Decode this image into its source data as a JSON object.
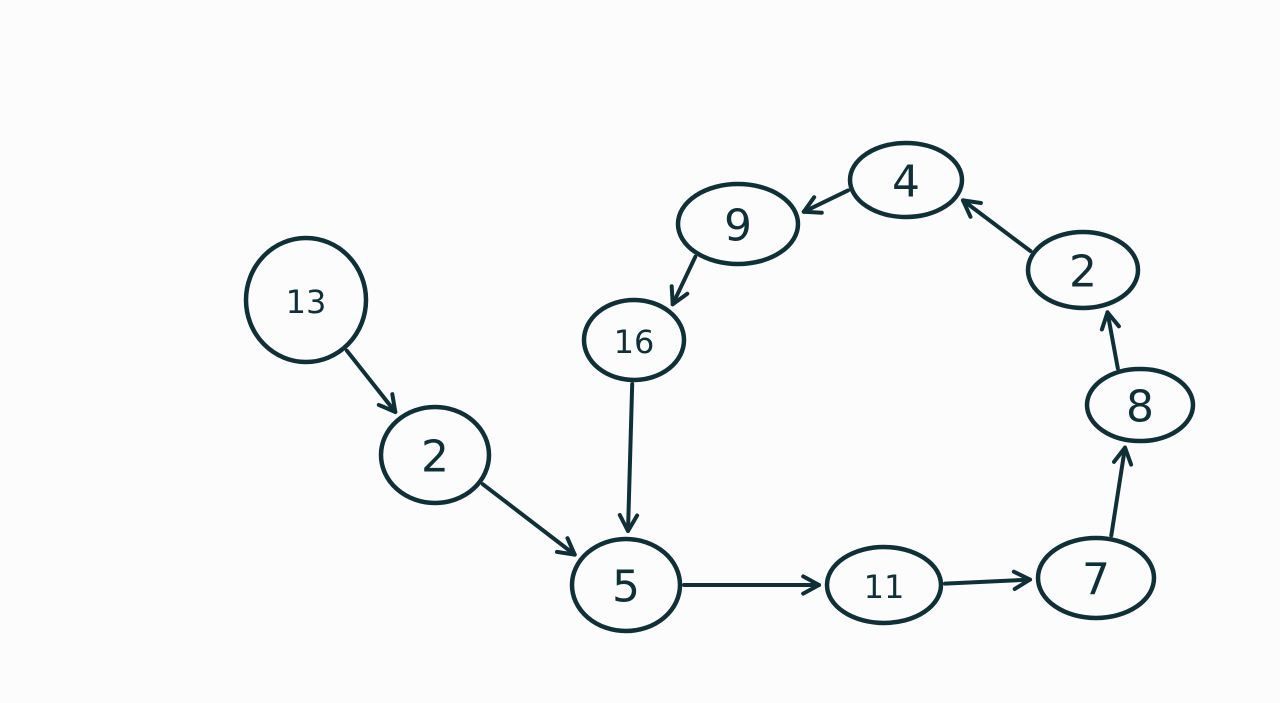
{
  "style": {
    "background": "#fcfcfc",
    "ink": "#103038"
  },
  "diagram": {
    "nodes": [
      {
        "id": "n13",
        "label": "13"
      },
      {
        "id": "n2a",
        "label": "2"
      },
      {
        "id": "n5",
        "label": "5"
      },
      {
        "id": "n11",
        "label": "11"
      },
      {
        "id": "n7",
        "label": "7"
      },
      {
        "id": "n8",
        "label": "8"
      },
      {
        "id": "n2b",
        "label": "2"
      },
      {
        "id": "n4",
        "label": "4"
      },
      {
        "id": "n9",
        "label": "9"
      },
      {
        "id": "n16",
        "label": "16"
      }
    ],
    "edges": [
      {
        "from": "n13",
        "to": "n2a"
      },
      {
        "from": "n2a",
        "to": "n5"
      },
      {
        "from": "n5",
        "to": "n11"
      },
      {
        "from": "n11",
        "to": "n7"
      },
      {
        "from": "n7",
        "to": "n8"
      },
      {
        "from": "n8",
        "to": "n2b"
      },
      {
        "from": "n2b",
        "to": "n4"
      },
      {
        "from": "n4",
        "to": "n9"
      },
      {
        "from": "n9",
        "to": "n16"
      },
      {
        "from": "n16",
        "to": "n5"
      }
    ]
  }
}
